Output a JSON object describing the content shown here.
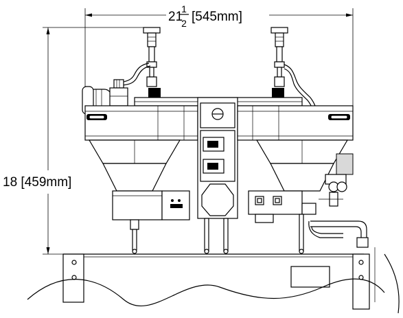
{
  "drawing": {
    "width_dimension": {
      "whole": "21",
      "frac_num": "1",
      "frac_den": "2",
      "metric": "[545mm]"
    },
    "height_dimension": {
      "label": "18 [459mm]"
    }
  }
}
